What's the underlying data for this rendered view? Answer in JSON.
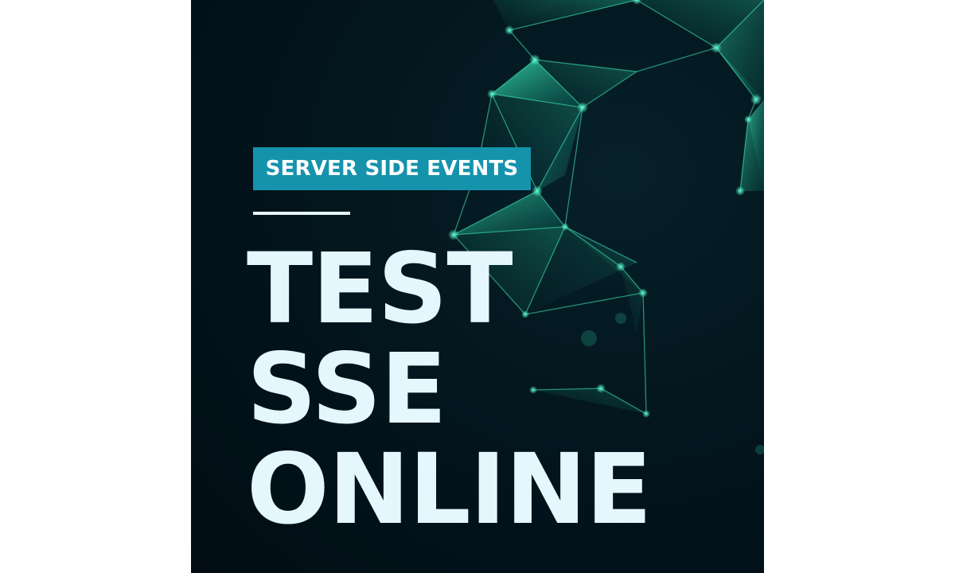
{
  "banner": {
    "tag_label": "SERVER SIDE EVENTS",
    "headline_lines": [
      "TEST",
      "SSE",
      "ONLINE"
    ]
  },
  "colors": {
    "background": "#02111a",
    "tag_background": "#1593ad",
    "headline_text": "#e4f7fd",
    "network_accent": "#2ee6b0"
  },
  "decoration": {
    "network_graphic": "polygon-network-icon"
  }
}
